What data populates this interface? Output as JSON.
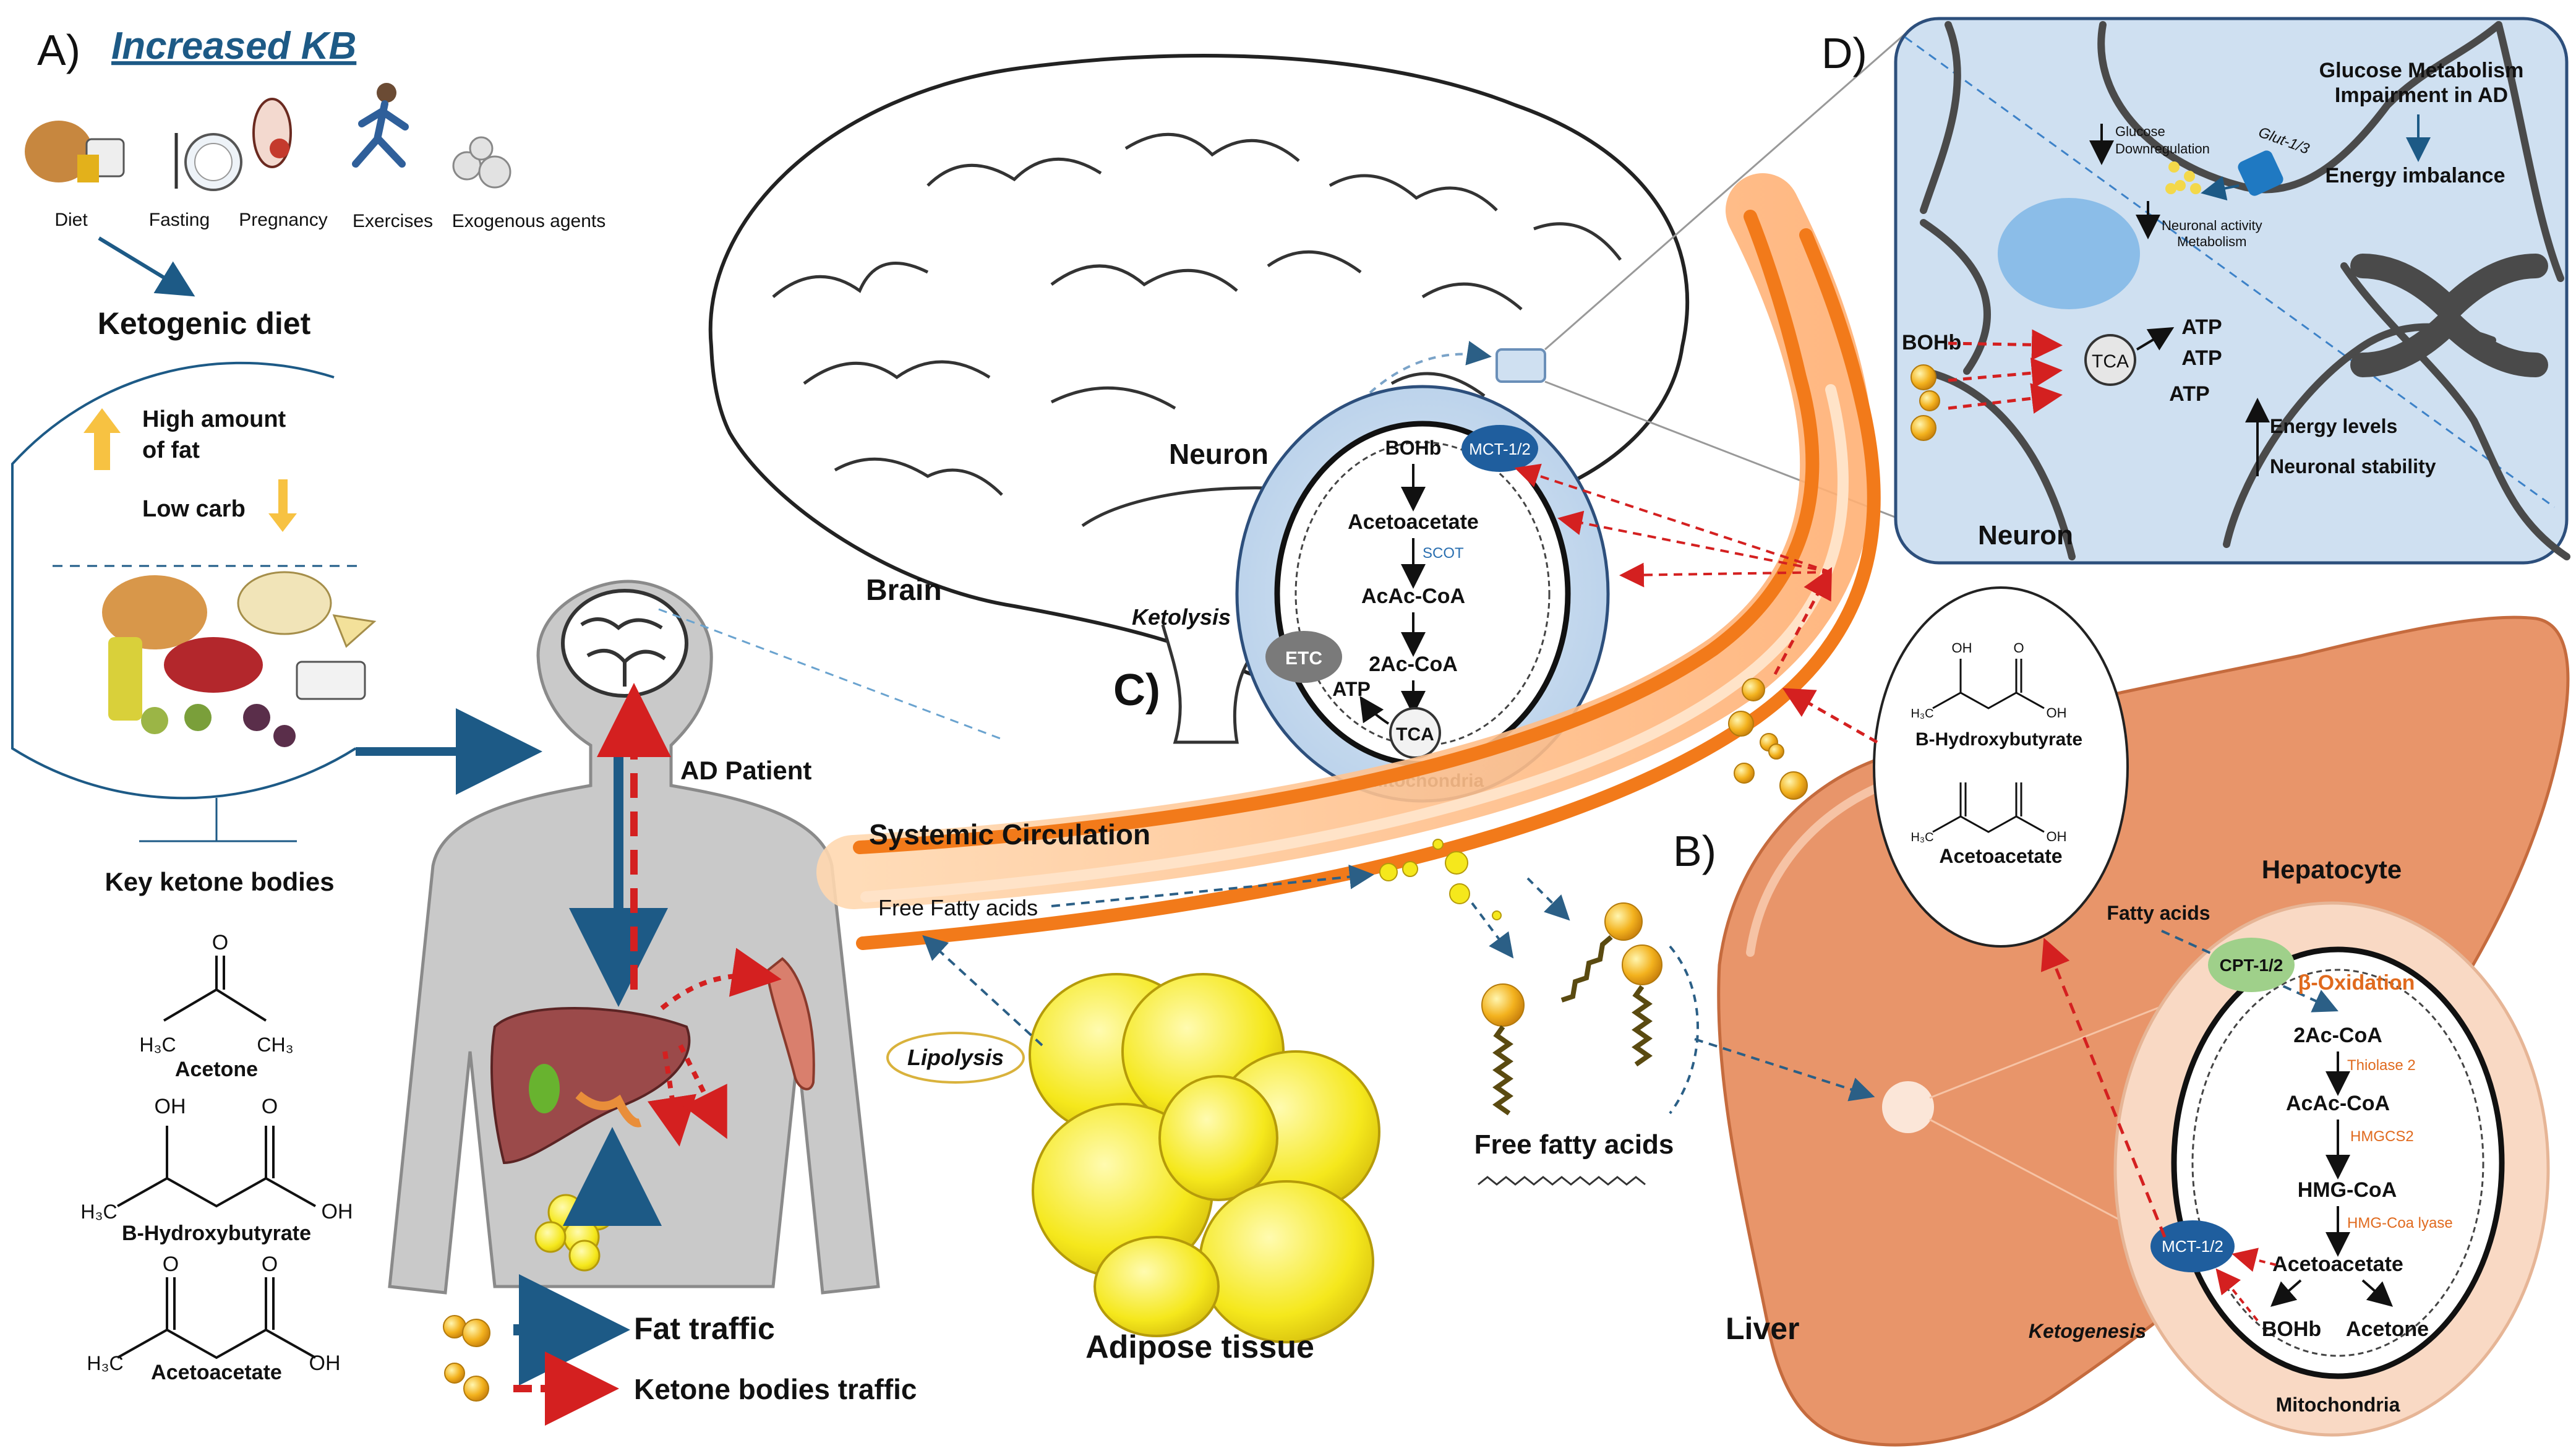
{
  "panel_a": {
    "letter": "A)",
    "title": "Increased KB",
    "sources": [
      "Diet",
      "Fasting",
      "Pregnancy",
      "Exercises",
      "Exogenous agents"
    ],
    "ketogenic_diet": "Ketogenic diet",
    "high_fat": [
      "High amount",
      "of fat"
    ],
    "low_carb": "Low carb",
    "key_ketone_bodies": "Key ketone bodies",
    "molecules": {
      "acetone": "Acetone",
      "bhb": "B-Hydroxybutyrate",
      "acetoacetate": "Acetoacetate",
      "atoms": {
        "o": "O",
        "oh": "OH",
        "h3c": "H₃C",
        "ch3": "CH₃"
      }
    }
  },
  "body": {
    "ad_patient": "AD Patient",
    "legend": {
      "fat": "Fat traffic",
      "ketone": "Ketone bodies traffic"
    }
  },
  "brain": {
    "label": "Brain",
    "neuron_label": "Neuron",
    "panel_letter": "C)",
    "ketolysis": "Ketolysis",
    "mito": {
      "bohb": "BOHb",
      "mct": "MCT-1/2",
      "acetoacetate": "Acetoacetate",
      "scot": "SCOT",
      "acac_coa": "AcAc-CoA",
      "two_ac_coa": "2Ac-CoA",
      "etc": "ETC",
      "atp": "ATP",
      "tca": "TCA",
      "mitochondria": "Mitochondria"
    }
  },
  "panel_d": {
    "letter": "D)",
    "glucose_title": [
      "Glucose Metabolism",
      "Impairment in AD"
    ],
    "energy_imbalance": "Energy imbalance",
    "glut": "Glut-1/3",
    "glucose_down": [
      "Glucose",
      "Downregulation"
    ],
    "neuronal_activity": [
      "Neuronal activity",
      "Metabolism"
    ],
    "bohb": "BOHb",
    "tca": "TCA",
    "atp": [
      "ATP",
      "ATP",
      "ATP"
    ],
    "energy_levels": "Energy levels",
    "neuronal_stability": "Neuronal stability",
    "neuron": "Neuron"
  },
  "circulation": {
    "systemic": "Systemic Circulation",
    "ffa": "Free Fatty acids",
    "lipolysis": "Lipolysis",
    "adipose": "Adipose tissue",
    "free_fatty_acids": "Free fatty acids"
  },
  "ketone_oval": {
    "bhb": "B-Hydroxybutyrate",
    "acetoacetate": "Acetoacetate",
    "atoms": {
      "oh": "OH",
      "o": "O",
      "h3c": "H₃C"
    }
  },
  "liver": {
    "panel_letter": "B)",
    "label": "Liver",
    "hepatocyte": "Hepatocyte",
    "fatty_acids": "Fatty acids",
    "cpt": "CPT-1/2",
    "beta_ox": "β-Oxidation",
    "two_ac_coa": "2Ac-CoA",
    "thiolase": "Thiolase 2",
    "acac_coa": "AcAc-CoA",
    "hmgcs2": "HMGCS2",
    "hmg_coa": "HMG-CoA",
    "hmg_lyase": "HMG-Coa lyase",
    "acetoacetate": "Acetoacetate",
    "mct": "MCT-1/2",
    "bohb": "BOHb",
    "acetone": "Acetone",
    "ketogenesis": "Ketogenesis",
    "mitochondria": "Mitochondria"
  },
  "colors": {
    "navy_arrow": "#1d5a86",
    "ketone_red": "#d42020",
    "vessel_orange": "#f27a1a",
    "liver": "#e8956a",
    "hepatocyte": "#f9d9c4",
    "neuron_panel": "#cfe0f1",
    "fat_yellow": "#f5e81c"
  }
}
